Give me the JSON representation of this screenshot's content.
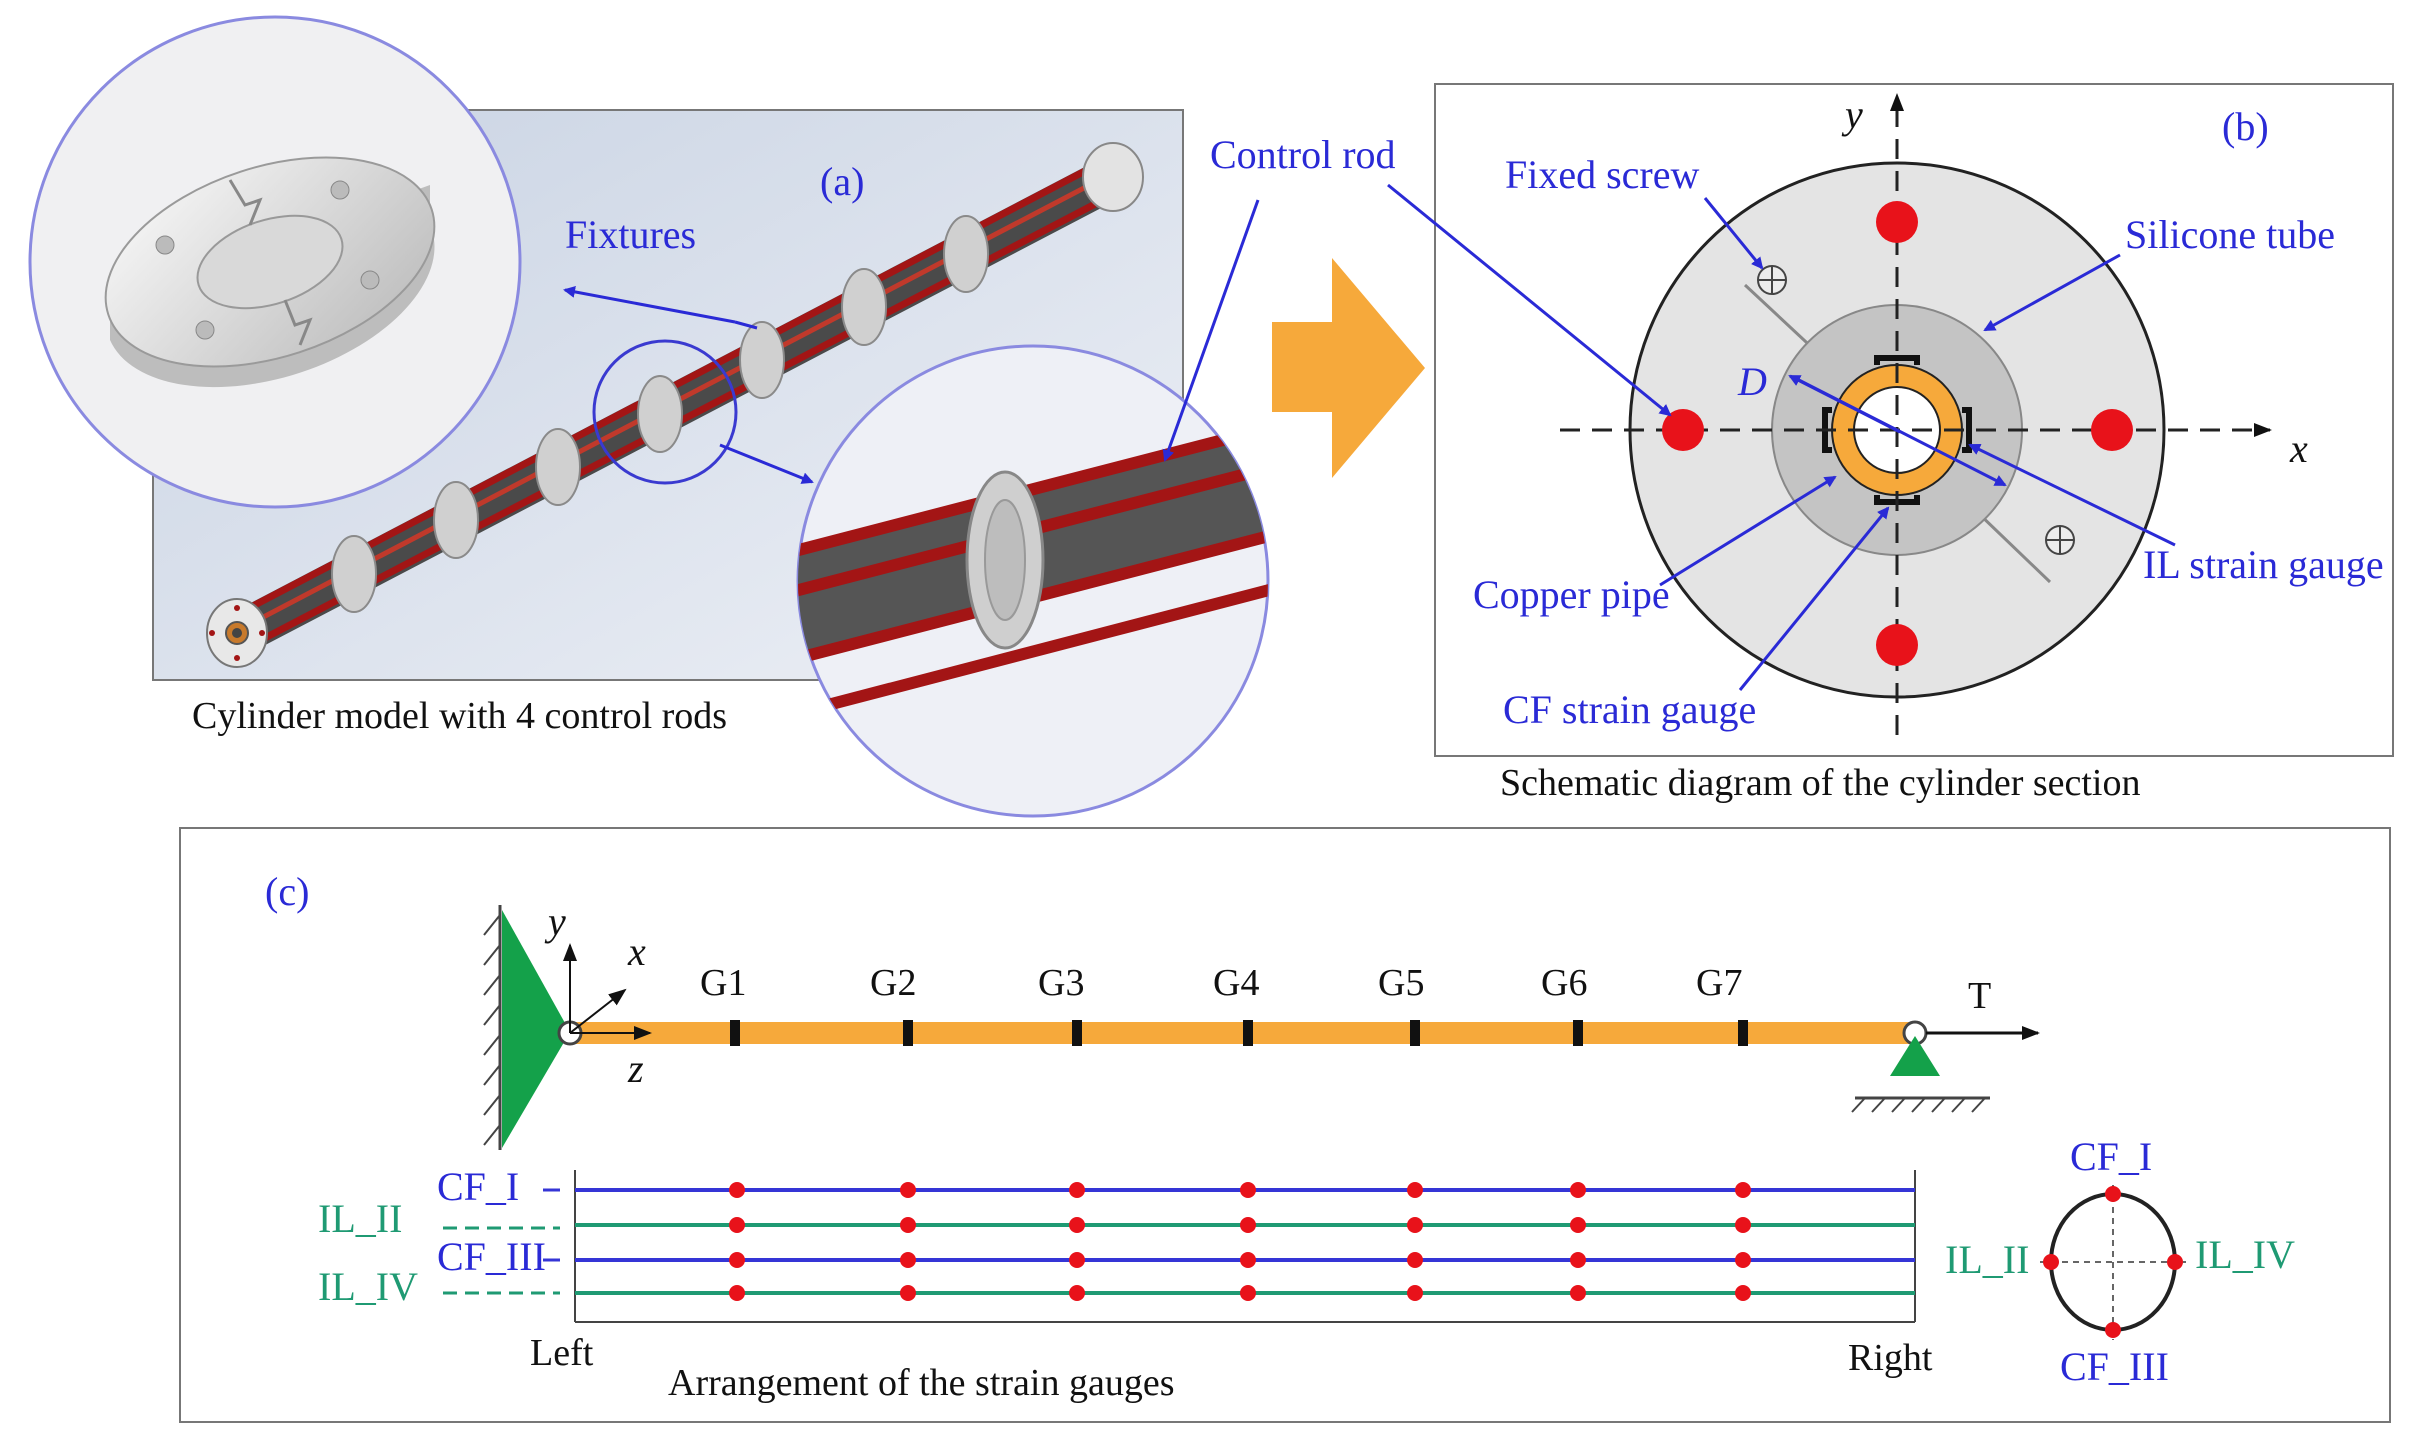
{
  "panel_a": {
    "tag": "(a)",
    "caption": "Cylinder model with 4 control rods",
    "fixtures_label": "Fixtures",
    "control_rod_label": "Control rod"
  },
  "panel_b": {
    "tag": "(b)",
    "caption": "Schematic diagram of the cylinder section",
    "fixed_screw": "Fixed screw",
    "silicone_tube": "Silicone tube",
    "copper_pipe": "Copper pipe",
    "il_strain_gauge": "IL strain gauge",
    "cf_strain_gauge": "CF strain gauge",
    "diameter": "D",
    "axis_x": "x",
    "axis_y": "y"
  },
  "panel_c": {
    "tag": "(c)",
    "caption": "Arrangement of the strain gauges",
    "gauges": [
      "G1",
      "G2",
      "G3",
      "G4",
      "G5",
      "G6",
      "G7"
    ],
    "tension": "T",
    "left": "Left",
    "right": "Right",
    "axis_x": "x",
    "axis_y": "y",
    "axis_z": "z",
    "lines": [
      "CF_I",
      "IL_II",
      "CF_III",
      "IL_IV"
    ],
    "section": {
      "top": "CF_I",
      "left": "IL_II",
      "right": "IL_IV",
      "bottom": "CF_III"
    }
  },
  "colors": {
    "label_blue": "#2a2ad6",
    "green": "#1f9a73",
    "orange": "#f6a93b",
    "red": "#e8121a",
    "rod_red": "#a31515",
    "cylinder_gray": "#555555"
  }
}
